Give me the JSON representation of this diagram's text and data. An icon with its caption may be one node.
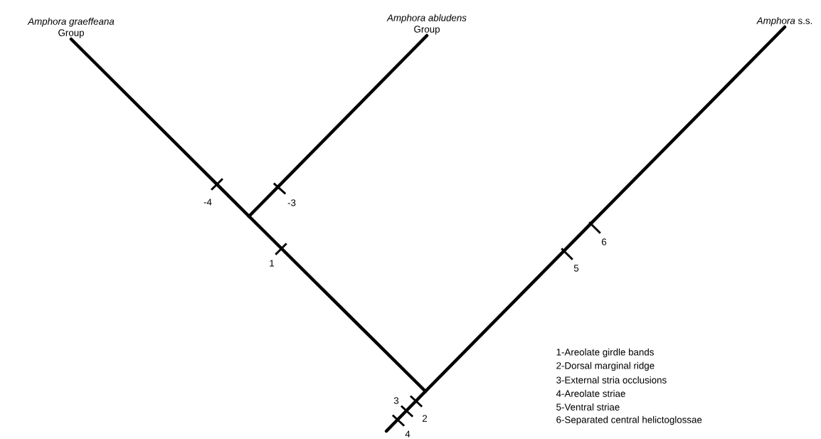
{
  "diagram": {
    "nodes": [
      {
        "text": [
          "*Amphora graeffeana*",
          "Group"
        ]
      },
      {
        "text": [
          "*Amphora abludens*",
          "Group"
        ]
      },
      {
        "text": [
          "*Amphora* s.s."
        ]
      },
      {
        "text": [],
        "shape": "junction"
      },
      {
        "text": [],
        "shape": "junction"
      }
    ],
    "edges": [
      {
        "from": 0,
        "to": 3,
        "arrow": "none"
      },
      {
        "from": 1,
        "to": 3,
        "arrow": "none"
      },
      {
        "from": 3,
        "to": 4,
        "arrow": "none"
      },
      {
        "from": 2,
        "to": 4,
        "arrow": "none"
      },
      {
        "from": null,
        "to": 4,
        "arrow": "none"
      }
    ],
    "labels": [
      "-4",
      "-3",
      "1",
      "6",
      "5",
      "3",
      "2",
      "4",
      "1-Areolate girdle bands",
      "2-Dorsal marginal ridge",
      "3-External stria occlusions",
      "4-Areolate striae",
      "5-Ventral striae",
      "6-Separated central helictoglossae"
    ]
  }
}
